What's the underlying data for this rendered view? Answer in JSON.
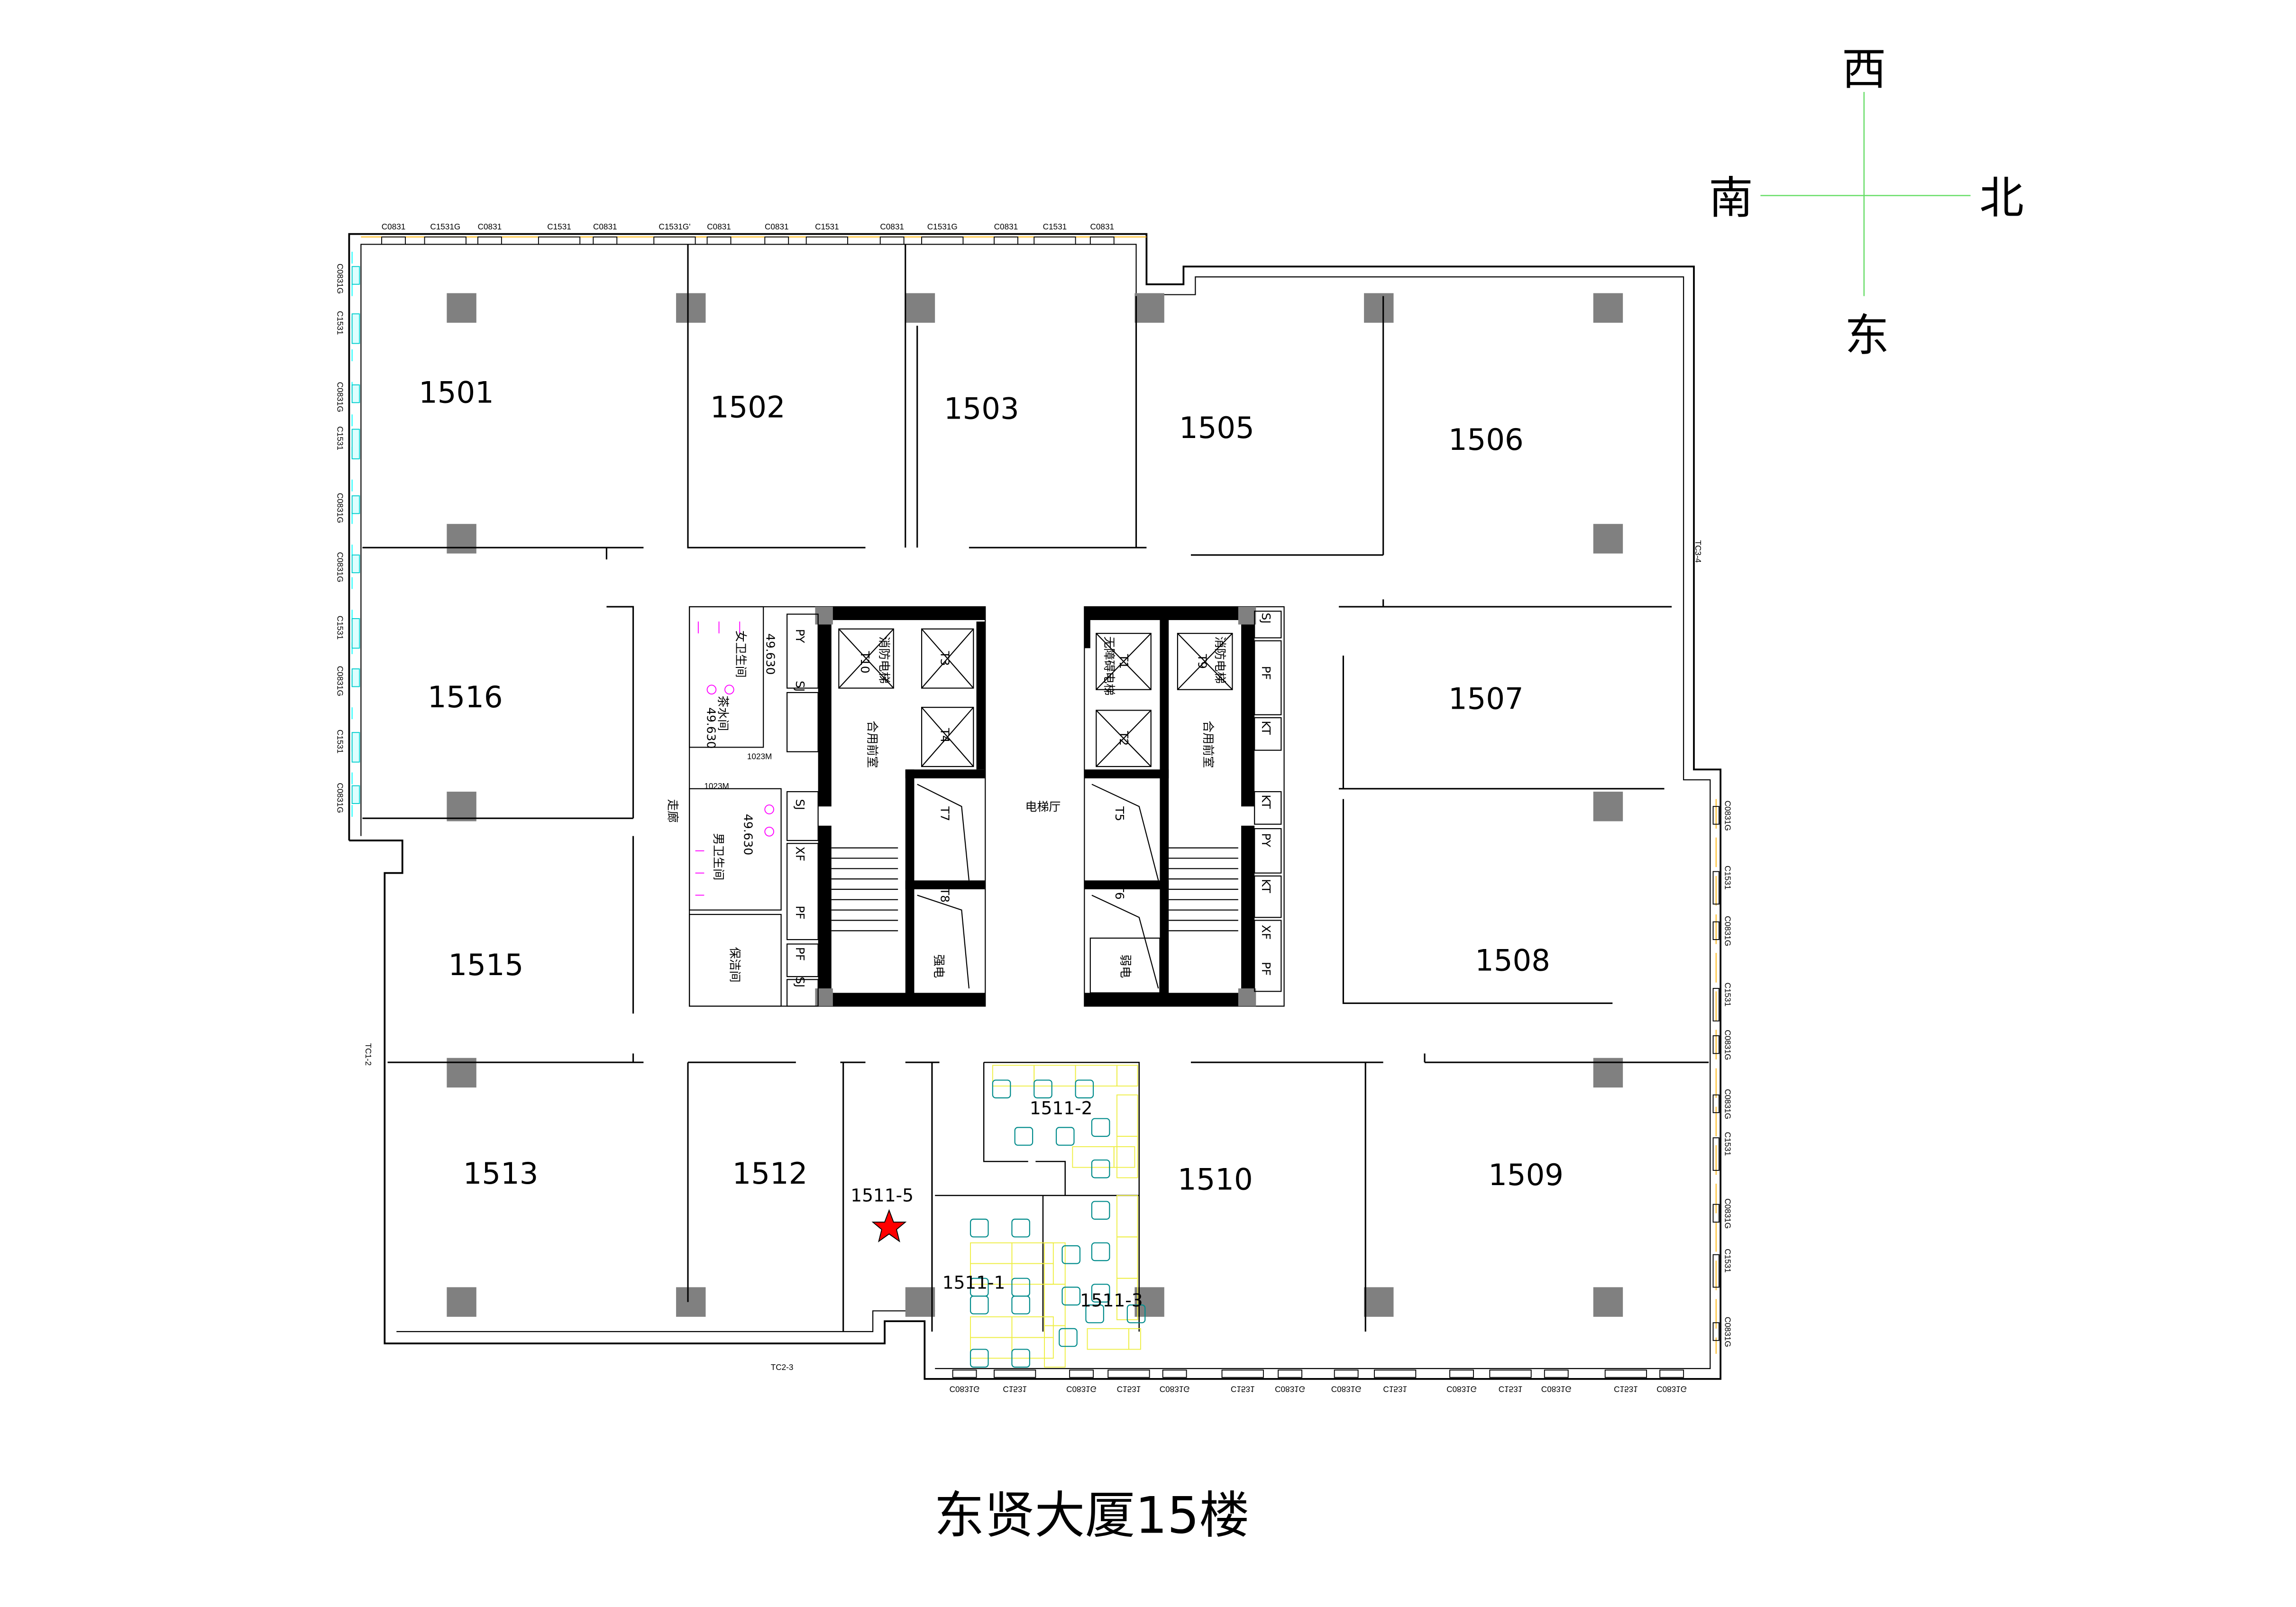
{
  "title": "东贤大厦15楼",
  "compass": {
    "north": "北",
    "south": "南",
    "east": "东",
    "west": "西"
  },
  "rooms": {
    "r1501": "1501",
    "r1502": "1502",
    "r1503": "1503",
    "r1505": "1505",
    "r1506": "1506",
    "r1507": "1507",
    "r1508": "1508",
    "r1509": "1509",
    "r1510": "1510",
    "r1512": "1512",
    "r1513": "1513",
    "r1515": "1515",
    "r1516": "1516",
    "r1511_1": "1511-1",
    "r1511_2": "1511-2",
    "r1511_3": "1511-3",
    "r1511_5": "1511-5"
  },
  "marker": {
    "icon": "red-star-icon",
    "color": "#ff0000"
  },
  "core_left": {
    "womens_restroom": "女卫生间",
    "tea_room": "茶水间",
    "elev_level_1": "49.630",
    "elev_level_2": "49.630",
    "door_1": "1023M",
    "door_2": "1023M",
    "corridor": "走廊",
    "mens_restroom": "男卫生间",
    "elev_level_3": "49.630",
    "cleaning_room": "保洁间",
    "fire_elevator": "消防电梯",
    "t10": "T10",
    "t3": "T3",
    "t4": "T4",
    "lobby_shared": "合用前室",
    "t7": "T7",
    "t8": "T8",
    "strong_power": "强电",
    "shafts": [
      "PY",
      "SJ",
      "SJ",
      "XF",
      "PF",
      "PF",
      "SJ"
    ]
  },
  "core_right": {
    "accessible_elevator": "无障碍电梯",
    "t1": "T1",
    "fire_elevator": "消防电梯",
    "t9": "T9",
    "t2": "T2",
    "lobby_shared": "合用前室",
    "t5": "T5",
    "t6": "T6",
    "weak_power": "弱电",
    "shafts": [
      "SJ",
      "PF",
      "KT",
      "KT",
      "PY",
      "KT",
      "XF",
      "PF"
    ]
  },
  "elevator_hall": "电梯厅",
  "facade_labels": {
    "top": [
      "C0831",
      "C1531G",
      "C0831",
      "C1531",
      "C0831",
      "C1531G'",
      "C0831",
      "C0831",
      "C1531",
      "C0831",
      "C1531G",
      "C0831",
      "C1531",
      "C0831"
    ],
    "left": [
      "C0831G",
      "C1531",
      "C0831G",
      "C1531",
      "C0831G",
      "C0831G",
      "C1531",
      "C0831G",
      "C1531",
      "C0831G"
    ],
    "right": [
      "C0831G",
      "C1531",
      "C0831G",
      "C1531",
      "C0831G",
      "C0831G",
      "C1531",
      "C0831G",
      "C1531",
      "C0831G"
    ],
    "bottom": [
      "C0831G",
      "C1531",
      "C0831G",
      "C1531",
      "C0831G",
      "C1531",
      "C0831G",
      "C0831G",
      "C1531",
      "C0831G",
      "C1531",
      "C0831G",
      "C1531",
      "C0831G"
    ],
    "tc1": "TC1-2",
    "tc2": "TC2-3",
    "tc3": "TC3-4"
  },
  "colors": {
    "column": "#808080",
    "glazing": "#00ffff",
    "frame": "#ffb000",
    "furniture": "#ffff66",
    "chair": "#008b8b",
    "sanitary": "#ff00ff",
    "compass": "#66dd66"
  }
}
